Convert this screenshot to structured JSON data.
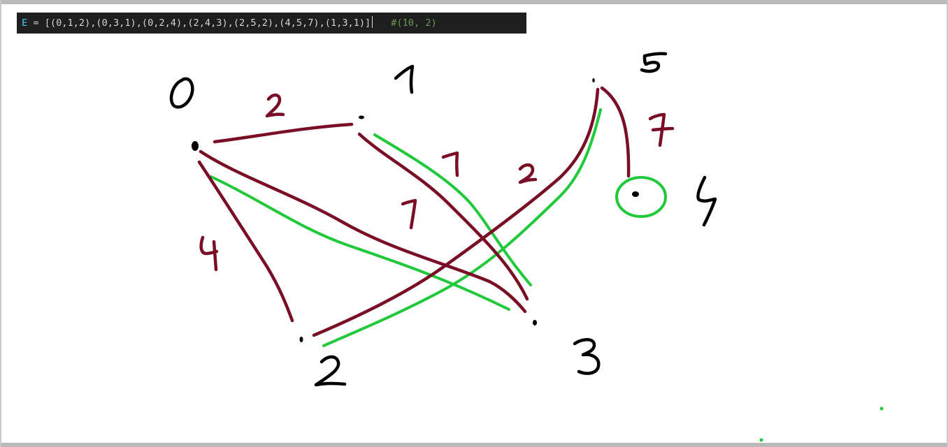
{
  "code": {
    "variable": "E",
    "operator": "=",
    "value": "[(0,1,2),(0,3,1),(0,2,4),(2,4,3),(2,5,2),(4,5,7),(1,3,1)]",
    "comment": "#(10, 2)"
  },
  "colors": {
    "code_background": "#1e1e1e",
    "ink": "#000000",
    "edge": "#7a0e26",
    "highlight": "#1fc93a"
  },
  "graph": {
    "nodes": [
      {
        "id": "0",
        "label": "0"
      },
      {
        "id": "1",
        "label": "1"
      },
      {
        "id": "2",
        "label": "2"
      },
      {
        "id": "3",
        "label": "3"
      },
      {
        "id": "4",
        "label": "4"
      },
      {
        "id": "5",
        "label": "5"
      }
    ],
    "edges": [
      {
        "from": "0",
        "to": "1",
        "weight": "2",
        "highlighted": false
      },
      {
        "from": "0",
        "to": "3",
        "weight": "1",
        "highlighted": true
      },
      {
        "from": "0",
        "to": "2",
        "weight": "4",
        "highlighted": false
      },
      {
        "from": "1",
        "to": "3",
        "weight": "1",
        "highlighted": true
      },
      {
        "from": "2",
        "to": "5",
        "weight": "2",
        "highlighted": true
      },
      {
        "from": "5",
        "to": "4",
        "weight": "7",
        "highlighted": false
      }
    ],
    "circled_node": "4"
  }
}
